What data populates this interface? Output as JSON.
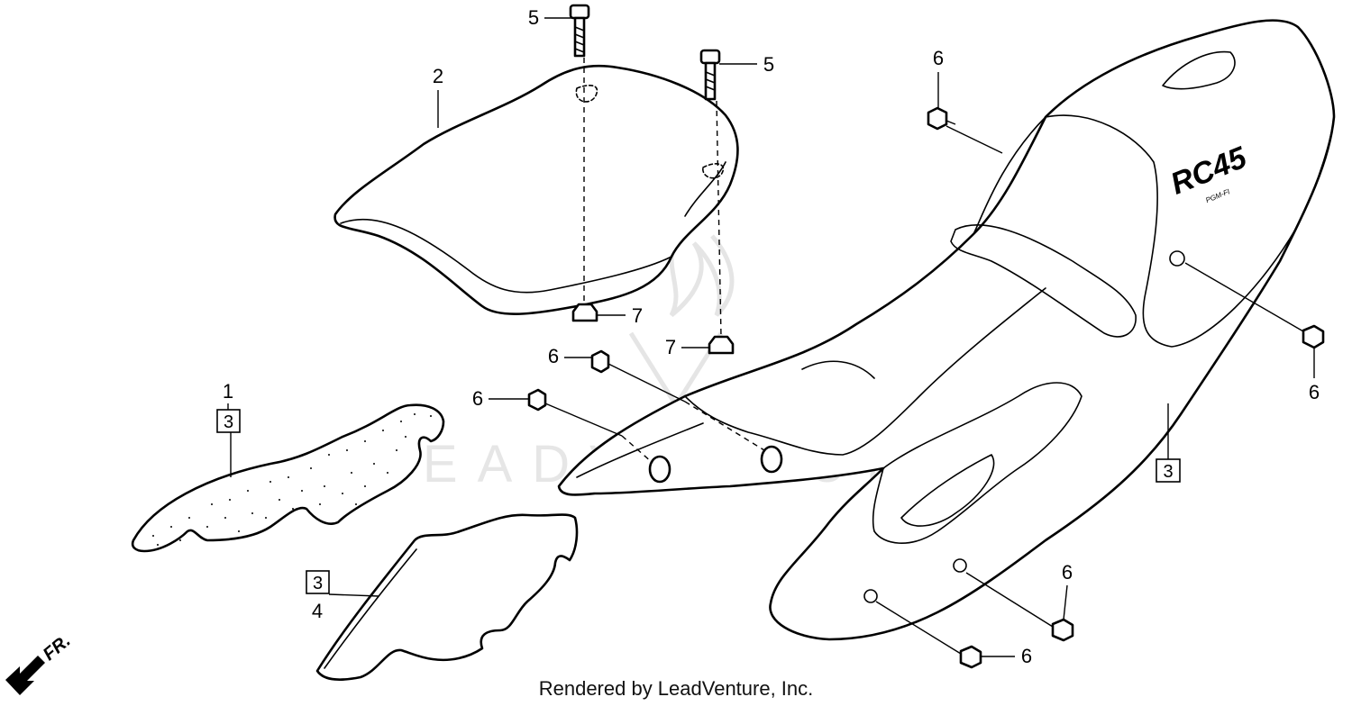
{
  "watermark": {
    "brand": "LEADVENTURE"
  },
  "footer": {
    "text": "Rendered by LeadVenture, Inc."
  },
  "direction": {
    "label": "FR."
  },
  "cowl_marking": {
    "model": "RC45",
    "sub": "PGM-FI"
  },
  "callouts": {
    "seat": "2",
    "seat_cover_upper": "1",
    "seat_cover_upper_box": "3",
    "seat_cover_lower": "4",
    "seat_cover_lower_box": "3",
    "rear_cowl_box": "3",
    "bolt_left": "5",
    "bolt_right": "5",
    "nut_left": "7",
    "nut_right": "7",
    "screw_top": "6",
    "screw_mid_a": "6",
    "screw_mid_b": "6",
    "screw_right": "6",
    "screw_bottom_a": "6",
    "screw_bottom_b": "6"
  }
}
